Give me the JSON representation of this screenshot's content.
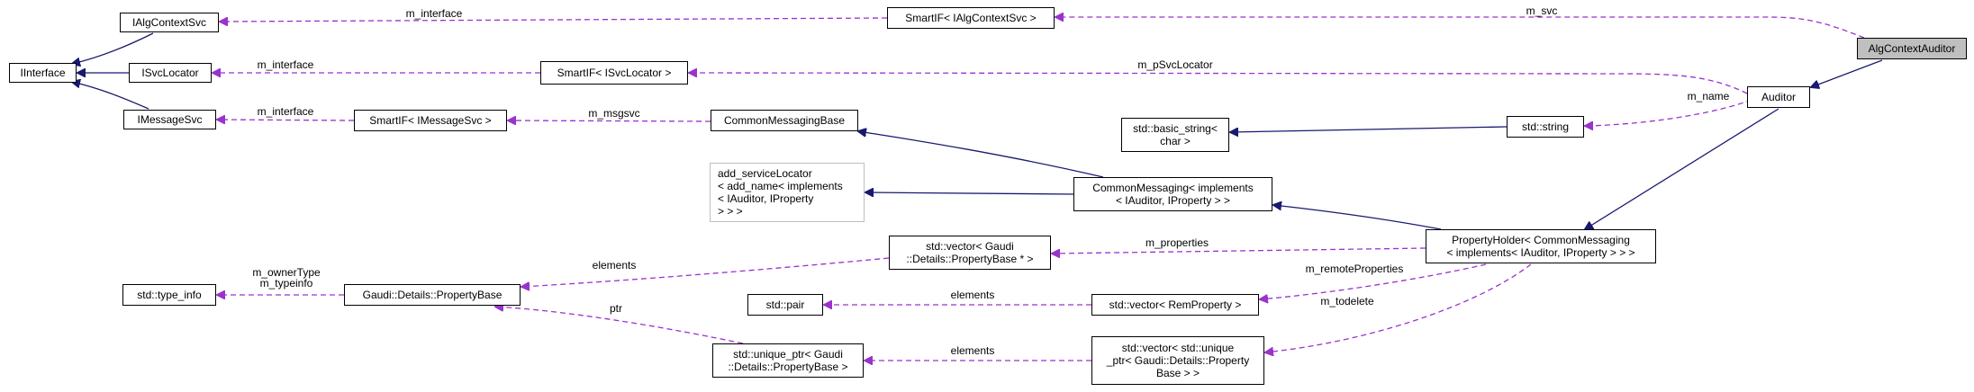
{
  "colors": {
    "inheritance": "#191970",
    "usage": "#9a32cd",
    "node_border": "#000000",
    "undocumented_border": "#bfbfbf",
    "highlight_fill": "#bfbfbf"
  },
  "nodes": {
    "IInterface": "IInterface",
    "IAlgContextSvc": "IAlgContextSvc",
    "ISvcLocator": "ISvcLocator",
    "IMessageSvc": "IMessageSvc",
    "SmartIF_IAlgContextSvc": "SmartIF< IAlgContextSvc >",
    "SmartIF_ISvcLocator": "SmartIF< ISvcLocator >",
    "SmartIF_IMessageSvc": "SmartIF< IMessageSvc >",
    "AlgContextAuditor": "AlgContextAuditor",
    "Auditor": "Auditor",
    "CommonMessagingBase": "CommonMessagingBase",
    "basic_string": "std::basic_string<\nchar >",
    "std_string": "std::string",
    "add_serviceLocator": "add_serviceLocator\n< add_name< implements\n< IAuditor, IProperty\n> > >",
    "CommonMessaging": "CommonMessaging< implements\n< IAuditor, IProperty > >",
    "PropertyHolder": "PropertyHolder< CommonMessaging\n< implements< IAuditor, IProperty > > >",
    "vector_PropertyBase_ptr": "std::vector< Gaudi\n::Details::PropertyBase * >",
    "type_info": "std::type_info",
    "PropertyBase": "Gaudi::Details::PropertyBase",
    "std_pair": "std::pair",
    "vector_RemProperty": "std::vector< RemProperty >",
    "unique_ptr_PropertyBase": "std::unique_ptr< Gaudi\n::Details::PropertyBase >",
    "vector_unique_ptr": "std::vector< std::unique\n_ptr< Gaudi::Details::Property\nBase > >"
  },
  "edge_labels": {
    "m_interface_1": "m_interface",
    "m_svc": "m_svc",
    "m_interface_2": "m_interface",
    "m_pSvcLocator": "m_pSvcLocator",
    "m_interface_3": "m_interface",
    "m_msgsvc": "m_msgsvc",
    "m_name": "m_name",
    "m_properties": "m_properties",
    "elements_1": "elements",
    "m_ownerType": "m_ownerType\nm_typeinfo",
    "m_remoteProperties": "m_remoteProperties",
    "elements_2": "elements",
    "m_todelete": "m_todelete",
    "ptr": "ptr",
    "elements_3": "elements"
  }
}
